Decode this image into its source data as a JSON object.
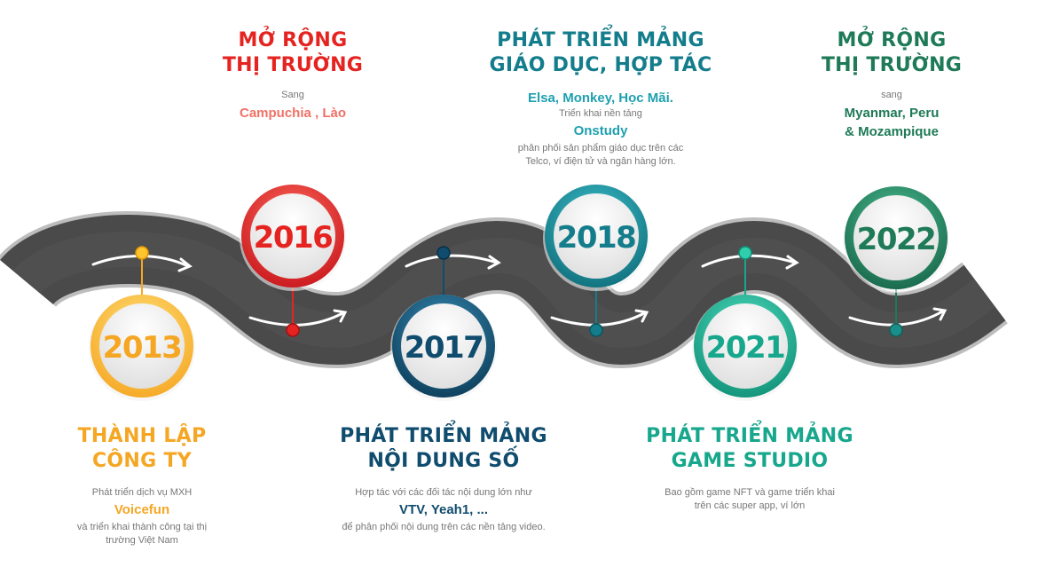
{
  "colors": {
    "road": "#4a4a4a",
    "road_edge": "#c9c9c9",
    "y2013": "#f5a623",
    "y2013_light": "#ffd54a",
    "y2016": "#e52421",
    "y2016_light": "#ff5a4f",
    "y2017": "#0f4c6e",
    "y2017_light": "#2a7aa0",
    "y2018": "#137d8c",
    "y2018_light": "#2bb2bf",
    "y2021": "#16a78c",
    "y2021_light": "#3ed1b4",
    "y2022": "#1e7a57",
    "y2022_light": "#35a77b",
    "campuchia": "#f07167"
  },
  "milestones": [
    {
      "year": "2013",
      "title_line1": "THÀNH LẬP",
      "title_line2": "CÔNG TY",
      "desc1": "Phát triển dịch vụ MXH",
      "highlight": "Voicefun",
      "desc2_line1": "và triển khai thành công tại thị",
      "desc2_line2": "trường Việt Nam"
    },
    {
      "year": "2016",
      "title_line1": "MỞ RỘNG",
      "title_line2": "THỊ TRƯỜNG",
      "desc1": "Sang",
      "highlight": "Campuchia , Lào"
    },
    {
      "year": "2017",
      "title_line1": "PHÁT TRIỂN MẢNG",
      "title_line2": "NỘI DUNG SỐ",
      "desc1": "Hợp tác với các đối tác nội dung lớn như",
      "highlight": "VTV, Yeah1, ...",
      "desc2_line1": "để phân phối nội dung trên các nền tảng video."
    },
    {
      "year": "2018",
      "title_line1": "PHÁT TRIỂN MẢNG",
      "title_line2": "GIÁO DỤC, HỢP TÁC",
      "highlight1": "Elsa, Monkey, Học Mãi.",
      "desc1": "Triển khai nền tảng",
      "highlight2": "Onstudy",
      "desc2_line1": "phân phối sản phẩm giáo dục trên các",
      "desc2_line2": "Telco, ví điện tử và ngân hàng lớn."
    },
    {
      "year": "2021",
      "title_line1": "PHÁT TRIỂN MẢNG",
      "title_line2": "GAME STUDIO",
      "desc1_line1": "Bao gồm game NFT và game triển khai",
      "desc1_line2": "trên các super app, ví lớn"
    },
    {
      "year": "2022",
      "title_line1": "MỞ RỘNG",
      "title_line2": "THỊ TRƯỜNG",
      "desc1": "sang",
      "highlight_line1": "Myanmar, Peru",
      "highlight_line2": "& Mozampique"
    }
  ]
}
